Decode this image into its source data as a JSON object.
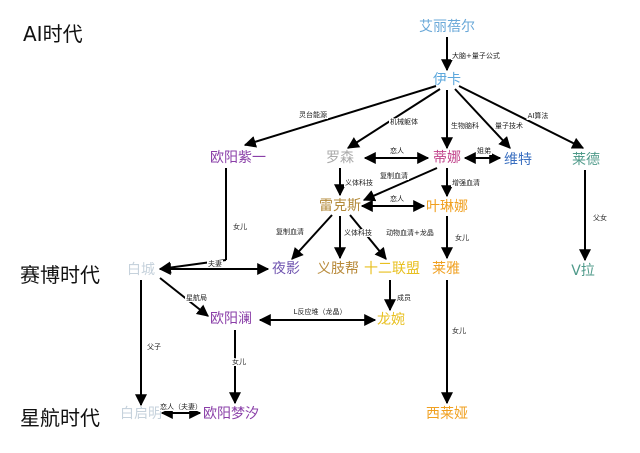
{
  "eras": {
    "ai": "AI时代",
    "cyber": "赛博时代",
    "star": "星航时代"
  },
  "nodes": {
    "alice": {
      "label": "艾丽蓓尔",
      "color": "#6aa8d8"
    },
    "ika": {
      "label": "伊卡",
      "color": "#5ca7dc"
    },
    "ouyang_ziyi": {
      "label": "欧阳紫一",
      "color": "#8a3fa8"
    },
    "luosen": {
      "label": "罗森",
      "color": "#aaaaaa"
    },
    "dina": {
      "label": "蒂娜",
      "color": "#c2448c"
    },
    "weite": {
      "label": "维特",
      "color": "#3a6fc0"
    },
    "laide": {
      "label": "莱德",
      "color": "#4f9a8a"
    },
    "leikesi": {
      "label": "雷克斯",
      "color": "#b38a3a"
    },
    "yelinna": {
      "label": "叶琳娜",
      "color": "#f0a020"
    },
    "baicheng": {
      "label": "白城",
      "color": "#c6d2dc"
    },
    "yeying": {
      "label": "夜影",
      "color": "#7055b0"
    },
    "yizhibang": {
      "label": "义肢帮",
      "color": "#b88a3a"
    },
    "shier": {
      "label": "十二联盟",
      "color": "#e8c020"
    },
    "laiya": {
      "label": "莱雅",
      "color": "#f0a020"
    },
    "vla": {
      "label": "V拉",
      "color": "#4f9a8a"
    },
    "ouyang_lan": {
      "label": "欧阳澜",
      "color": "#8a3fa8"
    },
    "longwan": {
      "label": "龙婉",
      "color": "#e8c020"
    },
    "baiqiming": {
      "label": "白启明",
      "color": "#c6d2dc"
    },
    "ouyang_mengxi": {
      "label": "欧阳梦汐",
      "color": "#8a3fa8"
    },
    "xilaiya": {
      "label": "西莱娅",
      "color": "#f0a020"
    }
  },
  "edge_labels": {
    "alice_ika": "大脑+量子公式",
    "ika_ouyang": "灵台能源",
    "ika_luosen": "机械躯体",
    "ika_dina": "生物脑科",
    "ika_weite": "量子技术",
    "ika_laide": "AI算法",
    "luosen_dina": "恋人",
    "dina_weite": "姐弟",
    "luosen_leikesi": "义体科技",
    "dina_leikesi": "复制血清",
    "leikesi_yelinna": "恋人",
    "dina_yelinna": "增强血清",
    "ouyang_baicheng": "女儿",
    "yelinna_laiya": "女儿",
    "laide_vla": "父女",
    "leikesi_yeying": "复制血清",
    "leikesi_yizhibang": "义体科技",
    "leikesi_shier": "动物血清+龙晶",
    "baicheng_yeying": "夫妻",
    "baicheng_ouyanglan": "星航局",
    "shier_longwan": "成员",
    "lan_longwan": "L反应堆（龙晶）",
    "baicheng_baiqiming": "父子",
    "lan_mengxi": "女儿",
    "laiya_xilaiya": "女儿",
    "qiming_mengxi": "恋人（夫妻）"
  }
}
